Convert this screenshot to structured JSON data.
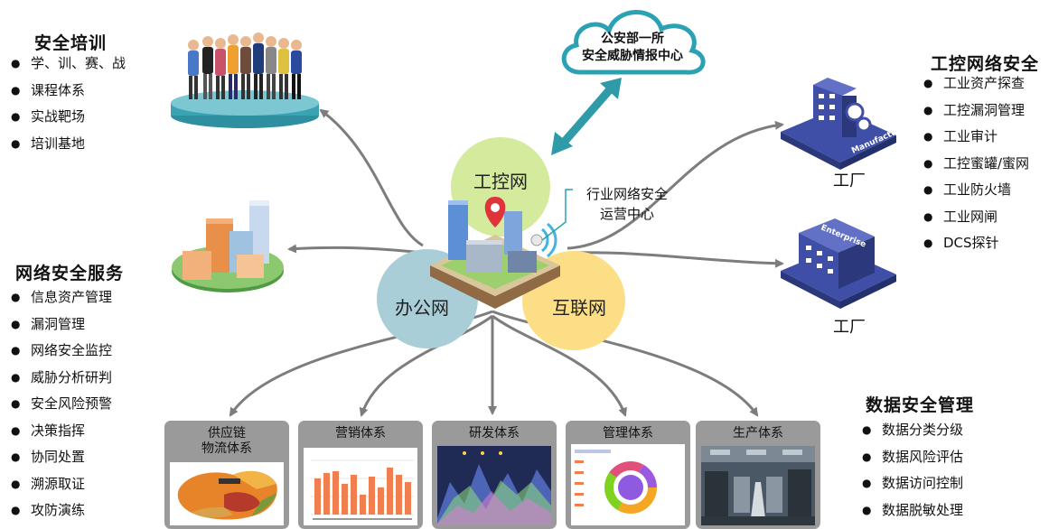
{
  "training": {
    "title": "安全培训",
    "items": [
      "学、训、赛、战",
      "课程体系",
      "实战靶场",
      "培训基地"
    ]
  },
  "services": {
    "title": "网络安全服务",
    "items": [
      "信息资产管理",
      "漏洞管理",
      "网络安全监控",
      "威胁分析研判",
      "安全风险预警",
      "决策指挥",
      "协同处置",
      "溯源取证",
      "攻防演练"
    ]
  },
  "ics_security": {
    "title": "工控网络安全",
    "items": [
      "工业资产探查",
      "工控漏洞管理",
      "工业审计",
      "工控蜜罐/蜜网",
      "工业防火墙",
      "工业网闸",
      "DCS探针"
    ]
  },
  "data_security": {
    "title": "数据安全管理",
    "items": [
      "数据分类分级",
      "数据风险评估",
      "数据访问控制",
      "数据脱敏处理"
    ]
  },
  "cloud": {
    "line1": "公安部一所",
    "line2": "安全威胁情报中心"
  },
  "center": {
    "line1": "行业网络安全",
    "line2": "运营中心"
  },
  "networks": {
    "ics": "工控网",
    "office": "办公网",
    "internet": "互联网"
  },
  "factories": {
    "top": {
      "label": "工厂",
      "sign": "Manufacture"
    },
    "bottom": {
      "label": "工厂",
      "sign": "Enterprise"
    }
  },
  "systems": [
    {
      "label": "供应链\n物流体系"
    },
    {
      "label": "营销体系"
    },
    {
      "label": "研发体系"
    },
    {
      "label": "管理体系"
    },
    {
      "label": "生产体系"
    }
  ],
  "colors": {
    "ics_circle": "#d4ea9c",
    "office_circle": "#a9ced7",
    "internet_circle": "#fbde86",
    "arrow_gray": "#7d7d7d",
    "arrow_teal": "#2f9aa8",
    "building_blue": "#3f4ea6"
  }
}
